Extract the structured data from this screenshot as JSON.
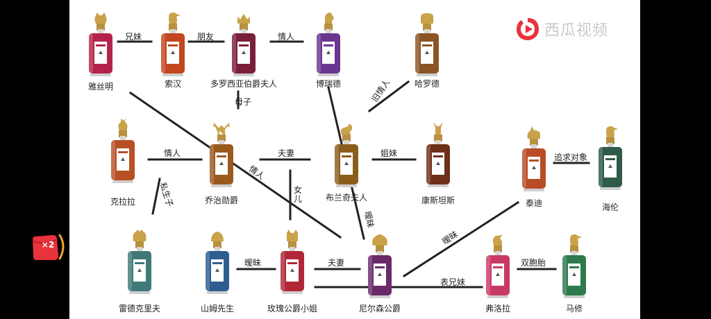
{
  "watermark": {
    "text": "西瓜视频",
    "logo_icon": "xigua-play-icon",
    "color": "#e8323c"
  },
  "badge": {
    "text": "×2",
    "icon": "red-packet-icon",
    "color": "#e8323c"
  },
  "people": [
    {
      "id": "yasiming",
      "name": "雅丝明",
      "color": "#b4244a",
      "head": "leopard"
    },
    {
      "id": "suohan",
      "name": "索汉",
      "color": "#c2461e",
      "head": "bird"
    },
    {
      "id": "duoluoxiya",
      "name": "多罗西亚伯爵夫人",
      "color": "#7a1f3a",
      "head": "crown"
    },
    {
      "id": "boruide",
      "name": "博瑞德",
      "color": "#6b3690",
      "head": "horse"
    },
    {
      "id": "haluode",
      "name": "哈罗德",
      "color": "#8a5424",
      "head": "bulldog"
    },
    {
      "id": "kelala",
      "name": "克拉拉",
      "color": "#b85026",
      "head": "rooster"
    },
    {
      "id": "qiaozhi",
      "name": "乔治勋爵",
      "color": "#9a5a1e",
      "head": "stag"
    },
    {
      "id": "bulanqi",
      "name": "布兰奇夫人",
      "color": "#8a5e1a",
      "head": "snake"
    },
    {
      "id": "kangsitansi",
      "name": "康斯坦斯",
      "color": "#6e3018",
      "head": "antelope"
    },
    {
      "id": "taidi",
      "name": "泰迪",
      "color": "#b84c26",
      "head": "rhino"
    },
    {
      "id": "hailun",
      "name": "海伦",
      "color": "#2e5a48",
      "head": "bird"
    },
    {
      "id": "leidekelifu",
      "name": "雷德克里夫",
      "color": "#3f7a78",
      "head": "tiger"
    },
    {
      "id": "shanmu",
      "name": "山姆先生",
      "color": "#2e5e8e",
      "head": "beaver"
    },
    {
      "id": "meigui",
      "name": "玫瑰公爵小姐",
      "color": "#b02838",
      "head": "cat"
    },
    {
      "id": "niersen",
      "name": "尼尔森公爵",
      "color": "#6a2a6a",
      "head": "lion"
    },
    {
      "id": "fuluola",
      "name": "弗洛拉",
      "color": "#c83a64",
      "head": "eagle"
    },
    {
      "id": "maxiu",
      "name": "马修",
      "color": "#2e7a4c",
      "head": "bird"
    }
  ],
  "relations": {
    "yasiming_suohan": "兄妹",
    "suohan_duoluoxiya": "朋友",
    "duoluoxiya_boruide": "情人",
    "duoluoxiya_qiaozhi": "母子",
    "boruide_haluode": "旧情人",
    "kelala_qiaozhi": "情人",
    "kelala_leidekelifu": "私生子",
    "qiaozhi_bulanqi": "夫妻",
    "yasiming_niersen": "情人",
    "qiaozhi_meigui": "女儿",
    "bulanqi_kangsitansi": "姐妹",
    "taidi_hailun": "追求对象",
    "boruide_niersen": "暧昧",
    "taidi_niersen": "暧昧",
    "shanmu_meigui": "暧昧",
    "meigui_niersen": "夫妻",
    "niersen_fuluola": "表兄妹",
    "fuluola_maxiu": "双胞胎"
  }
}
